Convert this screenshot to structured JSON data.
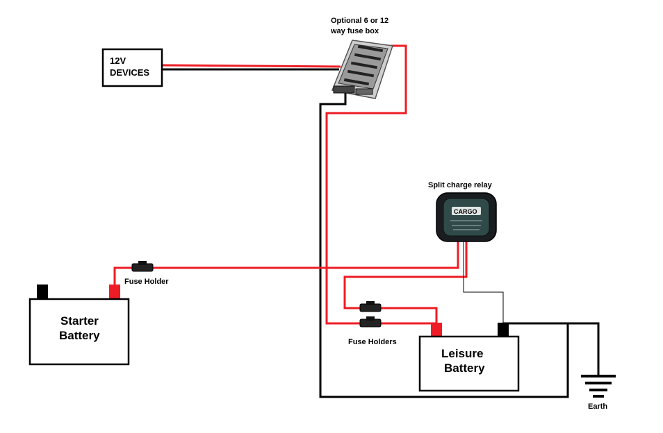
{
  "labels": {
    "fuse_box_line1": "Optional 6 or 12",
    "fuse_box_line2": "way fuse box",
    "devices_line1": "12V",
    "devices_line2": "DEVICES",
    "relay_title": "Split charge relay",
    "relay_brand": "CARGO",
    "fuse_holder": "Fuse Holder",
    "fuse_holders": "Fuse Holders",
    "starter_line1": "Starter",
    "starter_line2": "Battery",
    "leisure_line1": "Leisure",
    "leisure_line2": "Battery",
    "earth": "Earth"
  },
  "colors": {
    "positive_wire": "#ee1c24",
    "negative_wire": "#000000",
    "relay_body": "#1a1d1f",
    "relay_face": "#2f4a48",
    "fuse_box_body": "#c8c8c8"
  }
}
